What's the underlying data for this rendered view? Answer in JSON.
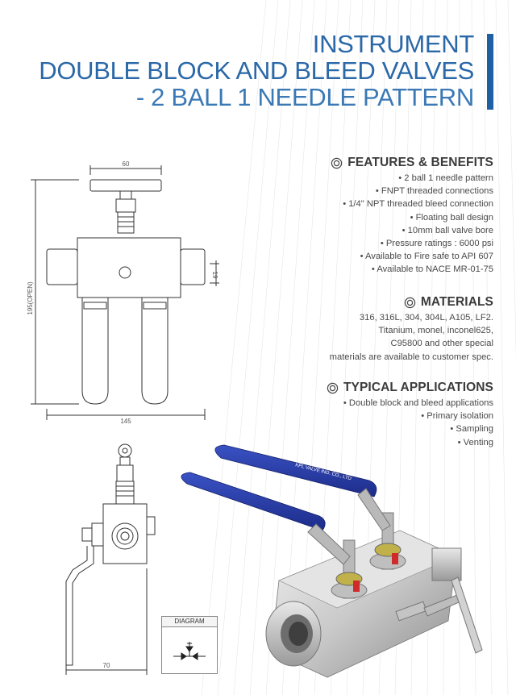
{
  "header": {
    "title_line1": "INSTRUMENT",
    "title_line2": "DOUBLE BLOCK AND BLEED VALVES",
    "title_line3": "- 2 BALL 1 NEEDLE PATTERN"
  },
  "features": {
    "heading": "FEATURES & BENEFITS",
    "items": [
      "• 2 ball 1 needle pattern",
      "• FNPT threaded connections",
      "• 1/4\" NPT threaded bleed connection",
      "• Floating ball design",
      "• 10mm ball valve bore",
      "• Pressure ratings : 6000 psi",
      "• Available to Fire safe to API 607",
      "• Available to NACE MR-01-75"
    ]
  },
  "materials": {
    "heading": "MATERIALS",
    "lines": [
      "316, 316L, 304, 304L, A105, LF2.",
      "Titanium, monel, inconel625,",
      "C95800 and other special",
      "materials are available to customer spec."
    ]
  },
  "applications": {
    "heading": "TYPICAL APPLICATIONS",
    "items": [
      "• Double block and bleed applications",
      "• Primary isolation",
      "• Sampling",
      "• Venting"
    ]
  },
  "drawing_front": {
    "dim_top": "60",
    "dim_height": "195(OPEN)",
    "dim_side": "19",
    "dim_bottom": "145"
  },
  "drawing_side": {
    "dim_bottom": "70"
  },
  "diagram": {
    "label": "DIAGRAM"
  },
  "photo": {
    "handle_text": "KPL VALVE IND. CO., LTD"
  },
  "colors": {
    "title_blue": "#2a68a8",
    "accent_bar": "#1f5fa3",
    "handle_blue": "#2a3fa8"
  }
}
